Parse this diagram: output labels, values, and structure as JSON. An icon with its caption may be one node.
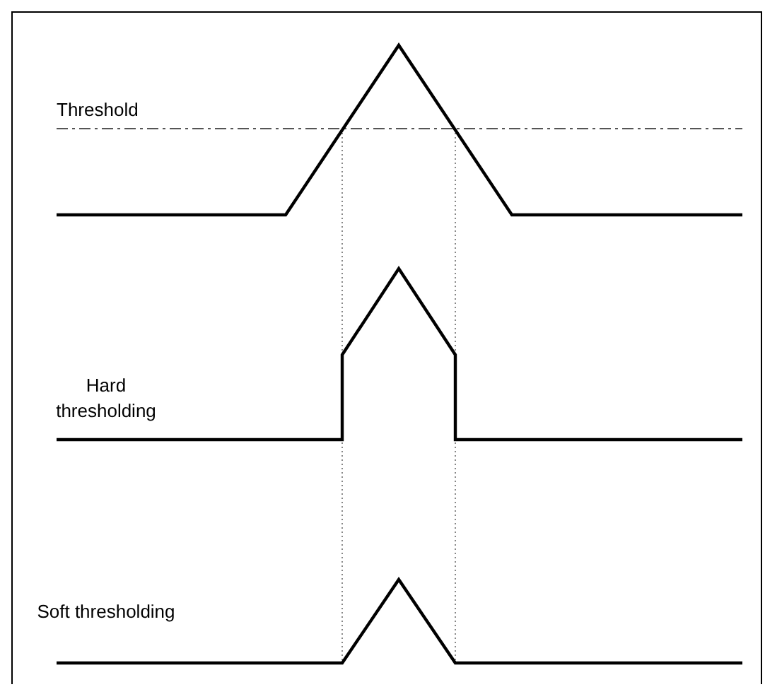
{
  "diagram": {
    "labels": [
      "Threshold",
      "Hard thresholding",
      "Soft thresholding"
    ]
  }
}
